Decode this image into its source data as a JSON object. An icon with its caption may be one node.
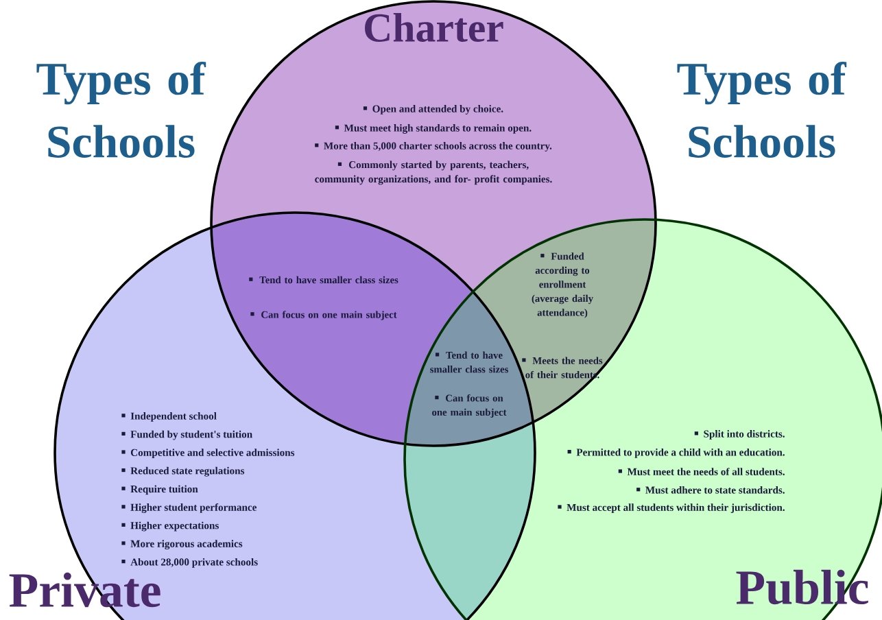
{
  "diagram": {
    "nodes": [
      {
        "text": [
          "Charter",
          "Open and attended by choice.",
          "Must meet high standards to remain open.",
          "More than 5,000 charter schools across the country.",
          "Commonly started by parents, teachers, community organizations, and for- profit companies."
        ]
      },
      {
        "text": [
          "Private",
          "Independent school",
          "Funded by student's tuition",
          "Competitive and selective admissions",
          "Reduced state regulations",
          "Require tuition",
          "Higher student performance",
          "Higher expectations",
          "More rigorous academics",
          "About 28,000 private schools"
        ]
      },
      {
        "text": [
          "Public",
          "Split into districts.",
          "Permitted to provide a child with an education.",
          "Must meet the needs of all students.",
          "Must adhere to state standards.",
          "Must accept all students within their jurisdiction."
        ]
      }
    ],
    "labels": [
      "Types of Schools",
      "Types of Schools",
      "Tend to have smaller class sizes",
      "Can focus on one main subject",
      "Funded according to enrollment (average daily attendance)",
      "Meets the needs of their students.",
      "Tend to have smaller class sizes",
      "Can focus on one main subject"
    ]
  }
}
